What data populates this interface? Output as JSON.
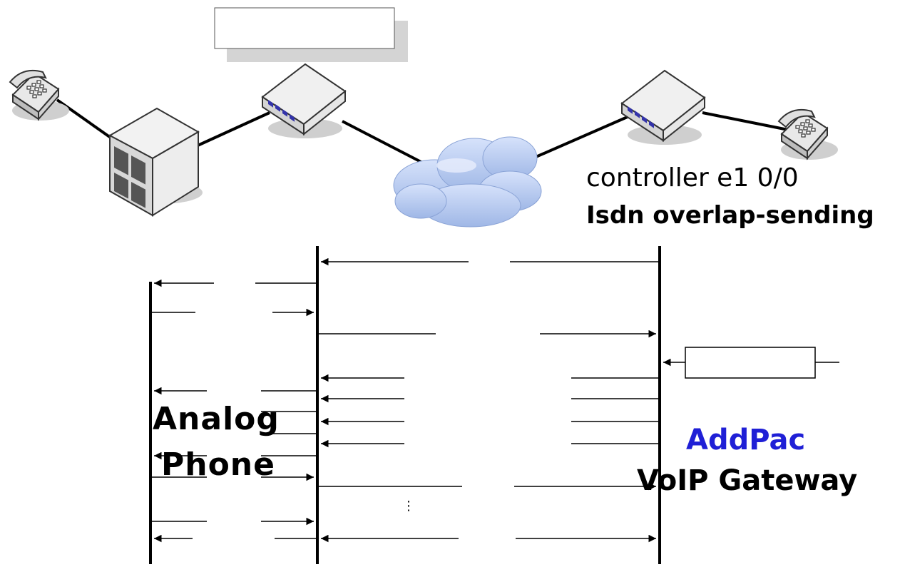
{
  "diagram": {
    "top_box_label": "",
    "right_box_label": "",
    "controller_line": "controller e1 0/0",
    "isdn_line": "Isdn overlap-sending",
    "gateway_brand": "AddPac",
    "gateway_label": "VoIP Gateway",
    "analog_line1": "Analog",
    "analog_line2": "Phone",
    "ellipsis": "⋮",
    "colors": {
      "brand": "#1f1fd6",
      "cloud": "#b9cdf0",
      "device": "#e9e9e9",
      "port": "#3333aa"
    },
    "icons": [
      "phone-icon",
      "pbx-icon",
      "gateway-icon",
      "cloud-icon"
    ]
  }
}
